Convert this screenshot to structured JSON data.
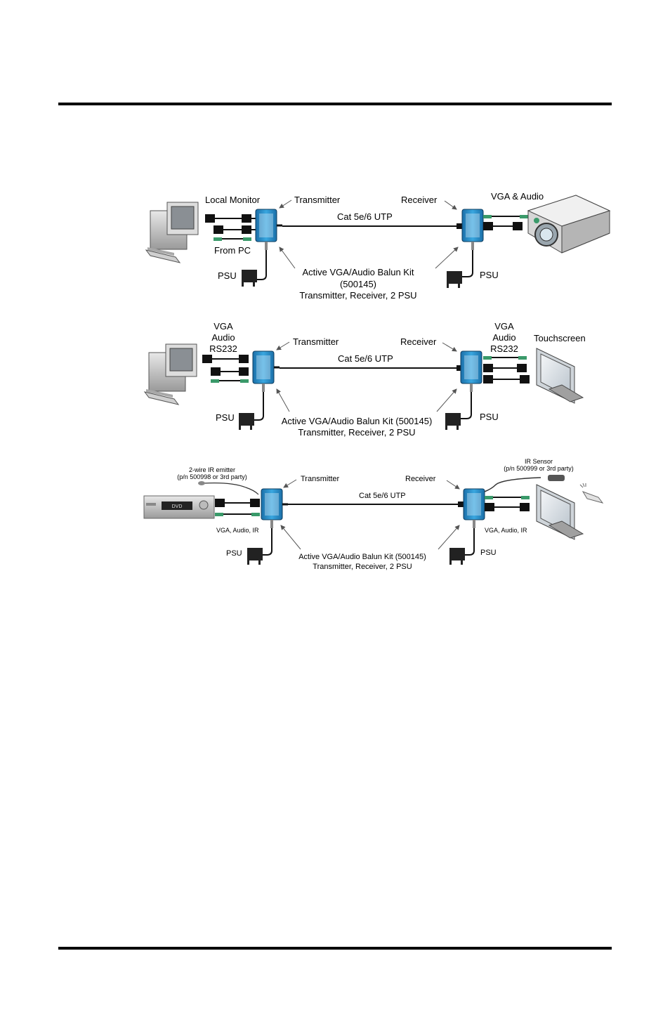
{
  "colors": {
    "balun": "#2a8fcf",
    "balun_dark": "#1b5f8f",
    "cable": "#000000",
    "green_connector": "#3a9a6a"
  },
  "diagram1": {
    "local_monitor": "Local Monitor",
    "from_pc": "From PC",
    "transmitter": "Transmitter",
    "receiver": "Receiver",
    "cable": "Cat 5e/6 UTP",
    "vga_audio": "VGA & Audio",
    "psu_left": "PSU",
    "psu_right": "PSU",
    "kit_line1": "Active VGA/Audio Balun Kit",
    "kit_line2": "(500145)",
    "kit_line3": "Transmitter, Receiver, 2 PSU"
  },
  "diagram2": {
    "left_line1": "VGA",
    "left_line2": "Audio",
    "left_line3": "RS232",
    "transmitter": "Transmitter",
    "receiver": "Receiver",
    "cable": "Cat 5e/6 UTP",
    "right_line1": "VGA",
    "right_line2": "Audio",
    "right_line3": "RS232",
    "touchscreen": "Touchscreen",
    "psu_left": "PSU",
    "psu_right": "PSU",
    "kit_line1": "Active VGA/Audio Balun Kit (500145)",
    "kit_line2": "Transmitter, Receiver, 2 PSU"
  },
  "diagram3": {
    "emitter_line1": "2-wire IR emitter",
    "emitter_line2": "(p/n 500998 or 3rd party)",
    "transmitter": "Transmitter",
    "receiver": "Receiver",
    "cable": "Cat 5e/6 UTP",
    "sensor_line1": "IR Sensor",
    "sensor_line2": "(p/n 500999 or 3rd party)",
    "dvd_label": "DVD",
    "left_signals": "VGA, Audio, IR",
    "right_signals": "VGA, Audio, IR",
    "psu_left": "PSU",
    "psu_right": "PSU",
    "kit_line1": "Active VGA/Audio Balun Kit (500145)",
    "kit_line2": "Transmitter, Receiver, 2 PSU"
  }
}
